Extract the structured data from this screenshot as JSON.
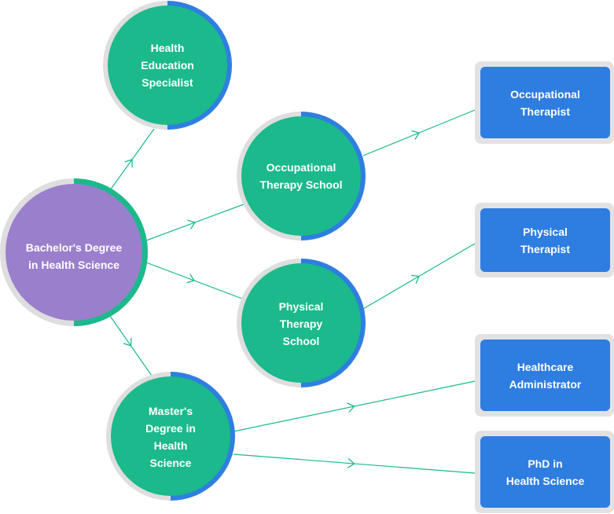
{
  "colors": {
    "node_green": "#1bb98c",
    "node_purple": "#9a7fcd",
    "ring_gray": "#dedede",
    "ring_blue": "#2e7fe0",
    "ring_green": "#1bb98c",
    "career_blue": "#2e7de0",
    "career_border": "#e2e2e2",
    "connector": "#1bb98c"
  },
  "nodes": {
    "bachelors": {
      "label": "Bachelor's Degree\nin Health Science"
    },
    "health_education": {
      "label": "Health\nEducation\nSpecialist"
    },
    "ot_school": {
      "label": "Occupational\nTherapy School"
    },
    "pt_school": {
      "label": "Physical\nTherapy\nSchool"
    },
    "masters": {
      "label": "Master's\nDegree in\nHealth\nScience"
    }
  },
  "careers": {
    "occupational_therapist": {
      "label": "Occupational\nTherapist"
    },
    "physical_therapist": {
      "label": "Physical\nTherapist"
    },
    "healthcare_administrator": {
      "label": "Healthcare\nAdministrator"
    },
    "phd": {
      "label": "PhD in\nHealth Science"
    }
  }
}
